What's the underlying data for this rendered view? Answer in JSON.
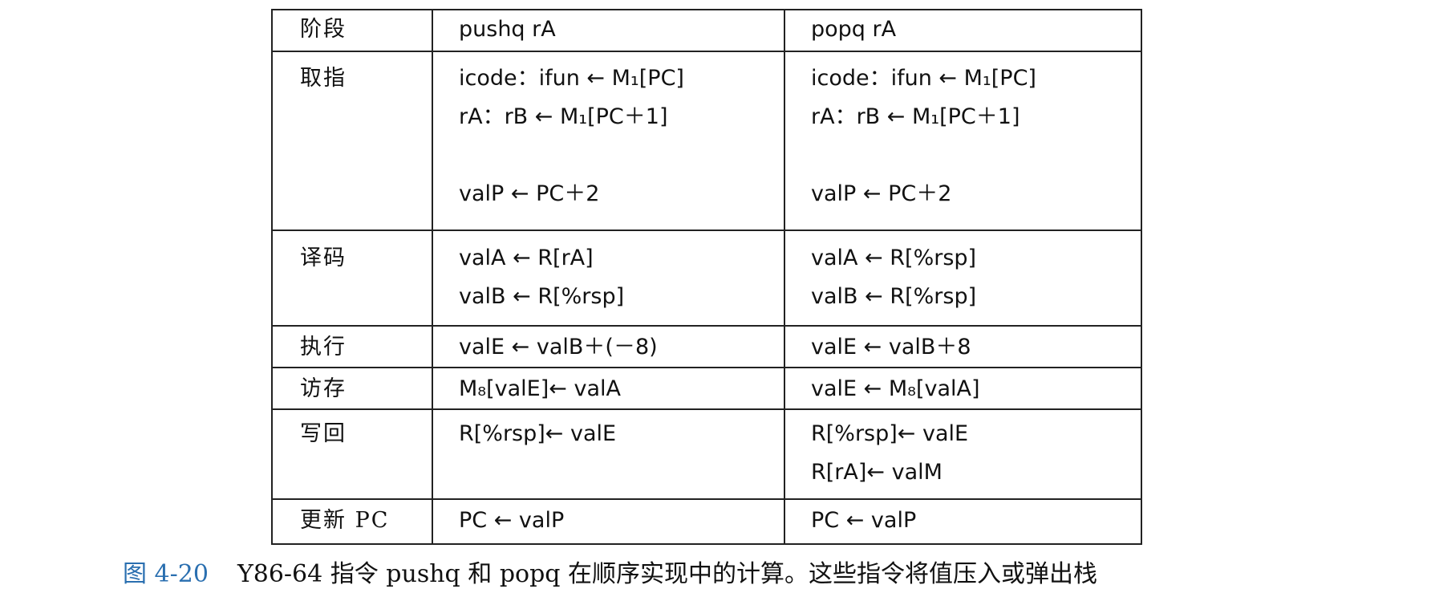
{
  "table": {
    "header": {
      "stage": "阶段",
      "push": "pushq rA",
      "pop": "popq rA"
    },
    "rows": [
      {
        "stage": "取指",
        "push": [
          "icode：ifun ← M₁[PC]",
          "rA：rB ← M₁[PC＋1]",
          "",
          "valP ← PC＋2"
        ],
        "pop": [
          "icode：ifun ← M₁[PC]",
          "rA：rB ← M₁[PC＋1]",
          "",
          "valP ← PC＋2"
        ]
      },
      {
        "stage": "译码",
        "push": [
          "valA ← R[rA]",
          "valB ← R[%rsp]"
        ],
        "pop": [
          "valA ← R[%rsp]",
          "valB ← R[%rsp]"
        ]
      },
      {
        "stage": "执行",
        "push": [
          "valE ← valB＋(－8)"
        ],
        "pop": [
          "valE ← valB＋8"
        ]
      },
      {
        "stage": "访存",
        "push": [
          "M₈[valE]← valA"
        ],
        "pop": [
          "valE ← M₈[valA]"
        ]
      },
      {
        "stage": "写回",
        "push": [
          "R[%rsp]← valE"
        ],
        "pop": [
          "R[%rsp]← valE",
          "R[rA]← valM"
        ]
      },
      {
        "stage": "更新 PC",
        "push": [
          "PC ← valP"
        ],
        "pop": [
          "PC ← valP"
        ]
      }
    ]
  },
  "caption": {
    "label": "图 4-20",
    "text": "Y86-64 指令 pushq 和 popq 在顺序实现中的计算。这些指令将值压入或弹出栈"
  }
}
